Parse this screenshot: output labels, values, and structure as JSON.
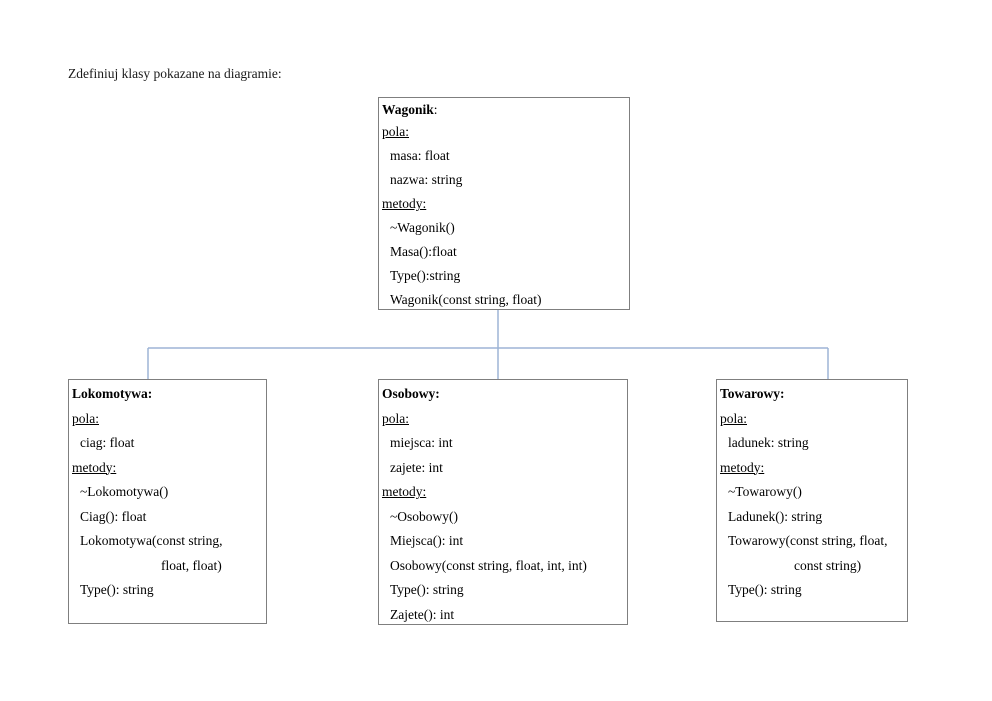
{
  "page": {
    "instruction": "Zdefiniuj klasy pokazane na diagramie:"
  },
  "diagram": {
    "connector_color": "#9db4d6",
    "box_border_color": "#7f7f7f"
  },
  "classes": {
    "wagonik": {
      "name": "Wagonik",
      "colon": ":",
      "pola_label": "pola:",
      "metody_label": "metody:",
      "fields": [
        "masa: float",
        "nazwa: string"
      ],
      "methods": [
        "~Wagonik()",
        "Masa():float",
        "Type():string",
        "Wagonik(const string, float)"
      ]
    },
    "lokomotywa": {
      "name": "Lokomotywa:",
      "pola_label": "pola:",
      "metody_label": "metody:",
      "fields": [
        "ciag: float"
      ],
      "methods": [
        "~Lokomotywa()",
        "Ciag(): float",
        "Lokomotywa(const string,",
        "float, float)",
        "Type(): string"
      ]
    },
    "osobowy": {
      "name": "Osobowy:",
      "pola_label": "pola:",
      "metody_label": "metody:",
      "fields": [
        "miejsca: int",
        "zajete: int"
      ],
      "methods": [
        "~Osobowy()",
        "Miejsca(): int",
        "Osobowy(const string, float, int, int)",
        "Type(): string",
        "Zajete(): int"
      ]
    },
    "towarowy": {
      "name": "Towarowy:",
      "pola_label": "pola:",
      "metody_label": "metody:",
      "fields": [
        "ladunek: string"
      ],
      "methods": [
        "~Towarowy()",
        "Ladunek(): string",
        "Towarowy(const string, float,",
        "const string)",
        "Type(): string"
      ]
    }
  }
}
